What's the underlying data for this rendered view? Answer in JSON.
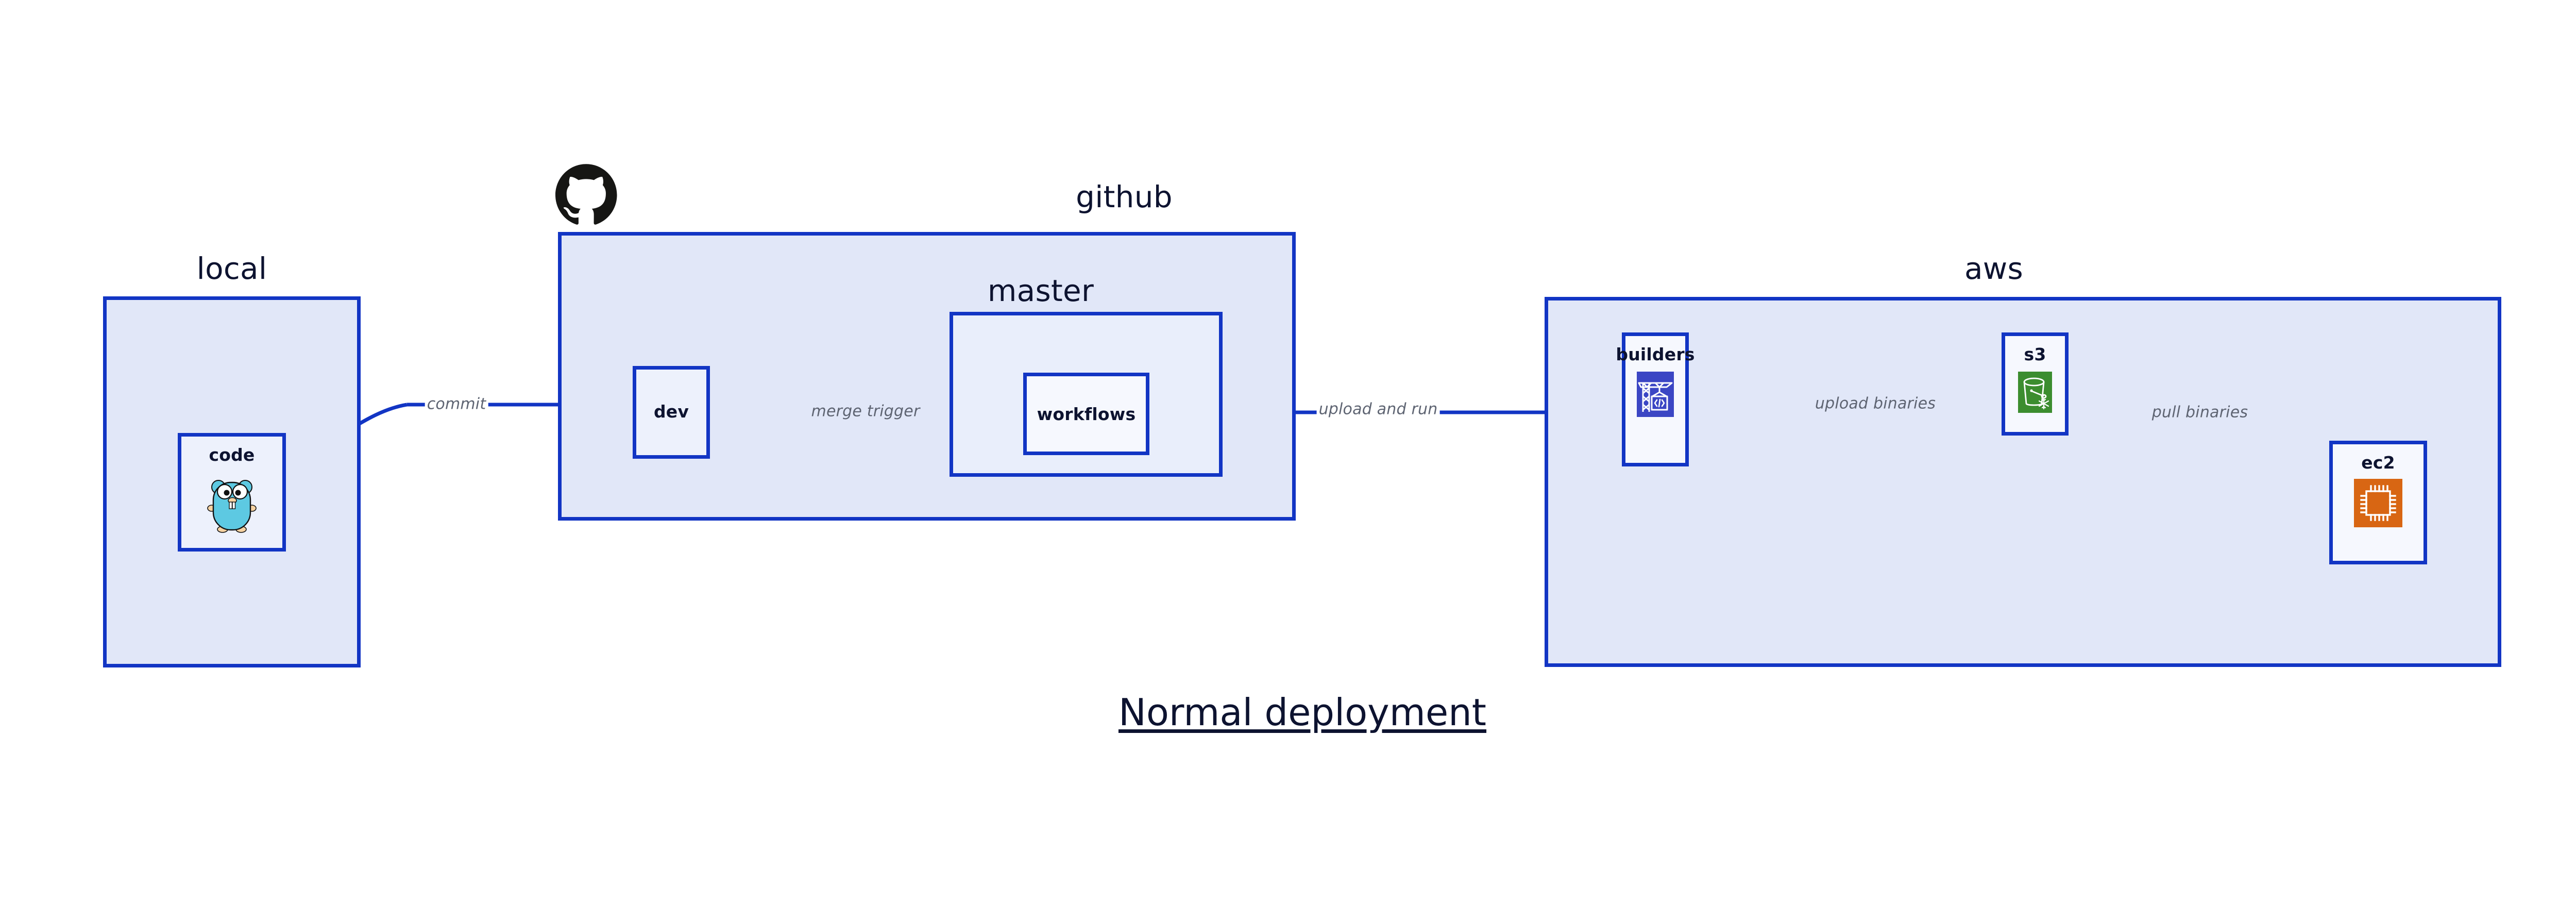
{
  "diagram": {
    "title": "Normal deployment",
    "background_color": "#ffffff",
    "border_color": "#1235C4",
    "group_fill": "#E1E7F8",
    "node_fill": "#EDF1FC",
    "label_color": "#5E6472",
    "text_color": "#0D1330"
  },
  "groups": {
    "local": {
      "label": "local"
    },
    "github": {
      "label": "github"
    },
    "master": {
      "label": "master"
    },
    "aws": {
      "label": "aws"
    }
  },
  "nodes": {
    "code": {
      "label": "code",
      "icon": "go-gopher-icon"
    },
    "dev": {
      "label": "dev",
      "icon": "none"
    },
    "workflows": {
      "label": "workflows",
      "icon": "none"
    },
    "builders": {
      "label": "builders",
      "icon": "aws-builders-crane-icon",
      "icon_color": "#3B46C4"
    },
    "s3": {
      "label": "s3",
      "icon": "aws-s3-bucket-icon",
      "icon_color": "#3C8D2F"
    },
    "ec2": {
      "label": "ec2",
      "icon": "aws-ec2-chip-icon",
      "icon_color": "#D86613"
    }
  },
  "edges": [
    {
      "id": "code-to-dev",
      "label": "commit",
      "from": "code",
      "to": "dev"
    },
    {
      "id": "dev-to-workflows",
      "label": "merge trigger",
      "from": "dev",
      "to": "workflows"
    },
    {
      "id": "workflows-to-builders",
      "label": "upload and run",
      "from": "workflows",
      "to": "builders"
    },
    {
      "id": "builders-to-s3",
      "label": "upload binaries",
      "from": "builders",
      "to": "s3"
    },
    {
      "id": "s3-to-ec2",
      "label": "pull binaries",
      "from": "s3",
      "to": "ec2"
    }
  ],
  "icons": {
    "github_mark": "github-octocat-icon"
  }
}
